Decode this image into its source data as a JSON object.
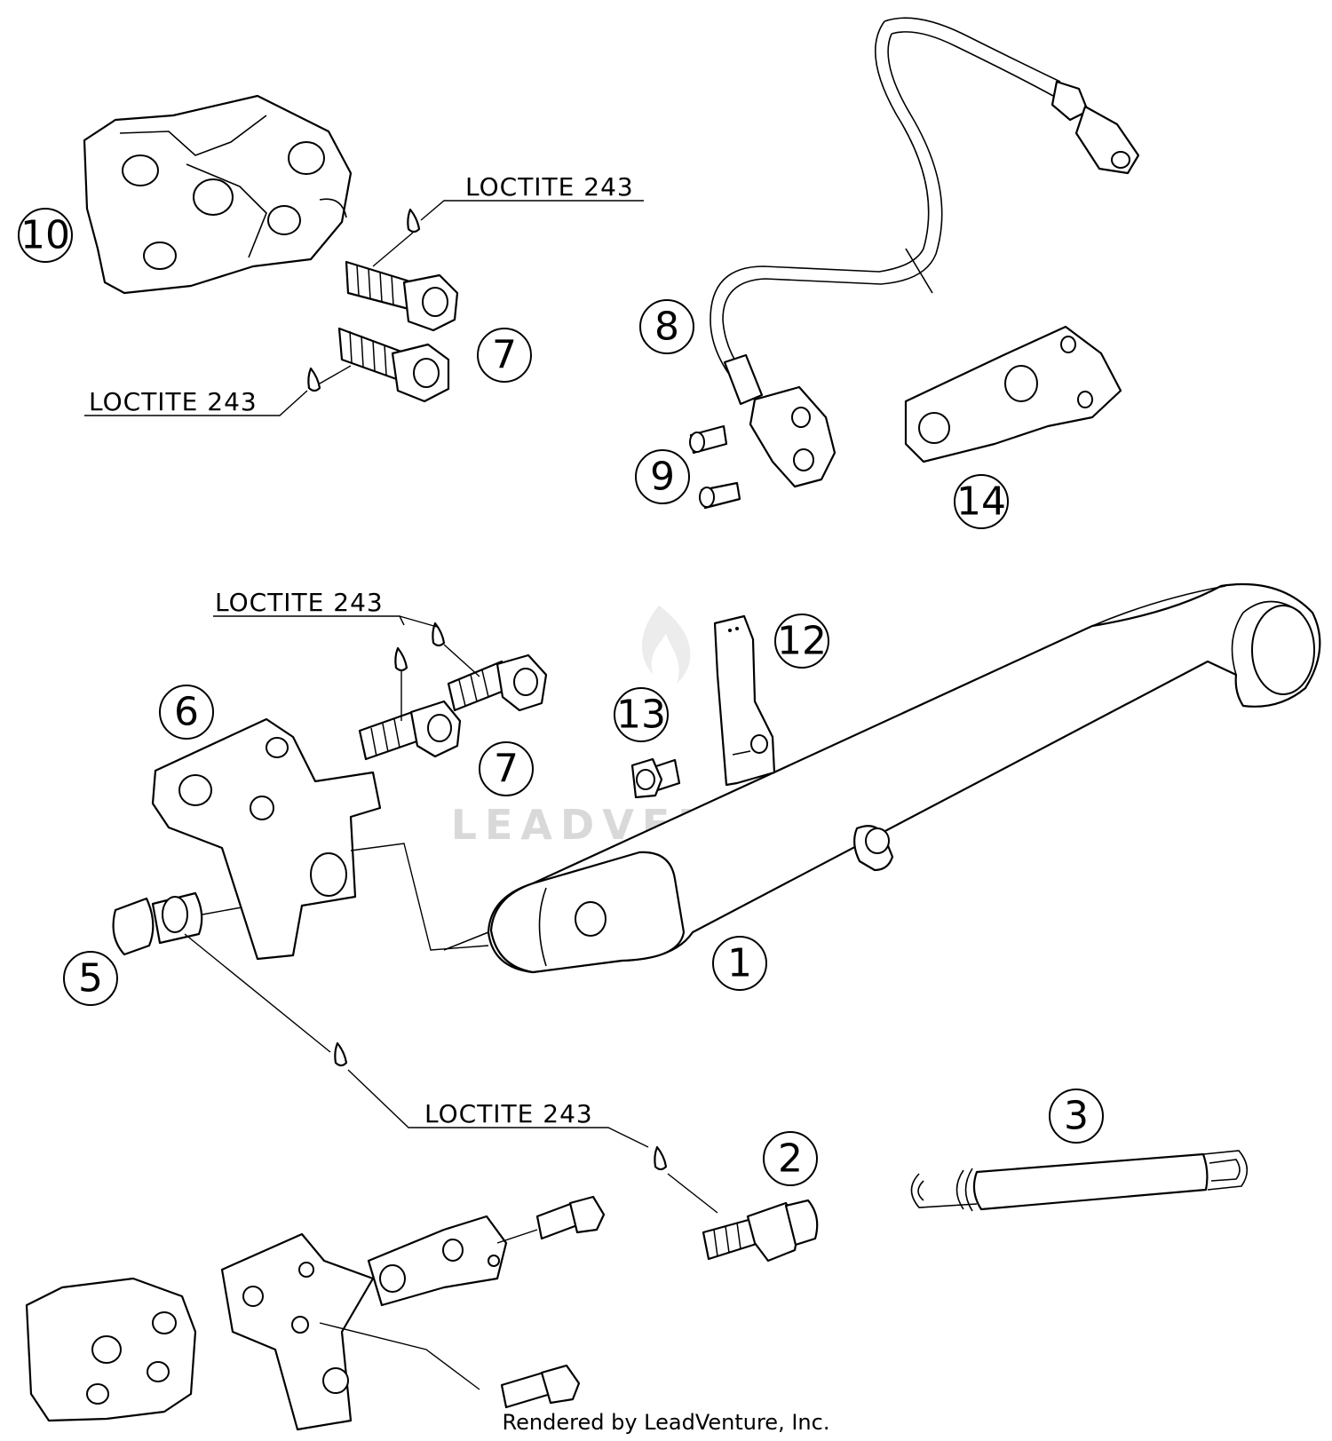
{
  "callouts": [
    "1",
    "2",
    "3",
    "5",
    "6",
    "7",
    "7",
    "8",
    "9",
    "10",
    "12",
    "13",
    "14"
  ],
  "loctite_labels": [
    "LOCTITE 243",
    "LOCTITE 243",
    "LOCTITE 243",
    "LOCTITE 243"
  ],
  "watermark": "LEADVENTURE",
  "credit": "Rendered by LeadVenture, Inc."
}
